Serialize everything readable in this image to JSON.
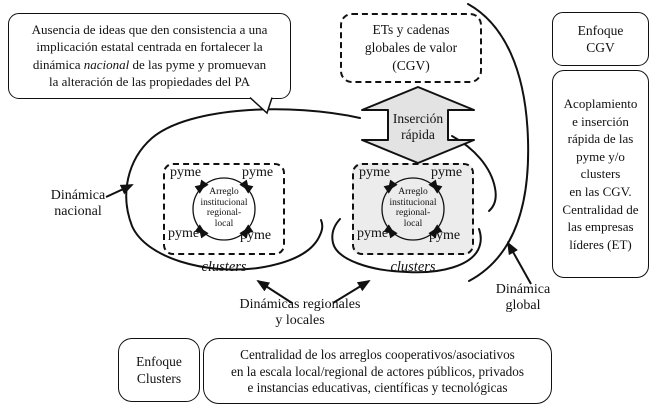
{
  "speech_bubble": {
    "line1": "Ausencia de ideas que den consistencia a una",
    "line2": "implicación estatal centrada en fortalecer la",
    "line3_pre": "dinámica",
    "line3_italic": "nacional",
    "line3_post": "de las pyme y promuevan",
    "line4": "la alteración de las propiedades del PA"
  },
  "ets_box": {
    "lines": [
      "ETs y cadenas",
      "globales de valor",
      "(CGV)"
    ]
  },
  "insertion_arrow": {
    "line1": "Inserción",
    "line2": "rápida"
  },
  "enfoque_cgv_box": {
    "lines": [
      "Enfoque",
      "CGV"
    ]
  },
  "cgv_description_box": {
    "lines": [
      "Acoplamiento",
      "e inserción",
      "rápida de las",
      "pyme y/o",
      "clusters",
      "en las CGV.",
      "Centralidad de",
      "las empresas",
      "líderes (ET)"
    ]
  },
  "cluster_core": {
    "pyme_label": "pyme",
    "center_lines": [
      "Arreglo",
      "institucional",
      "regional-",
      "local"
    ],
    "caption": "clusters"
  },
  "labels": {
    "national": {
      "line1": "Dinámica",
      "line2": "nacional"
    },
    "regional": {
      "line1": "Dinámicas regionales",
      "line2": "y locales"
    },
    "global": {
      "line1": "Dinámica",
      "line2": "global"
    }
  },
  "enfoque_clusters_box": {
    "lines": [
      "Enfoque",
      "Clusters"
    ]
  },
  "clusters_description_box": {
    "lines": [
      "Centralidad de los arreglos cooperativos/asociativos",
      "en la escala local/regional de actores públicos, privados",
      "e instancias educativas, científicas y tecnológicas"
    ]
  },
  "colors": {
    "ink": "#111111",
    "insertion_arrow_fill": "#e3e3e3",
    "right_cluster_fill": "#ececec",
    "background": "#ffffff"
  }
}
